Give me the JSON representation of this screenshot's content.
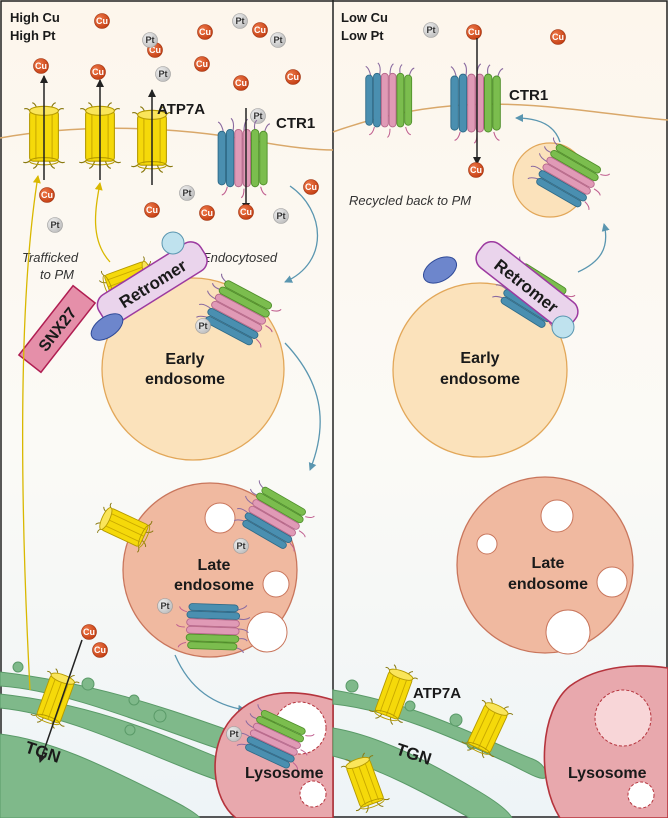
{
  "colors": {
    "bg_top": "#fdf6ec",
    "bg_bottom": "#f0f5f8",
    "membrane": "#d9a86a",
    "endosome_fill": "#fbe2bb",
    "endosome_stroke": "#e2a759",
    "late_fill": "#f0b9a0",
    "late_stroke": "#c9765c",
    "lysosome_fill": "#e8a8ad",
    "lysosome_stroke": "#b5343d",
    "tgn": "#7fb98a",
    "tgn_stroke": "#5a9a68",
    "atp7a": "#f5d90a",
    "atp7a_stroke": "#b59a00",
    "cu": "#d2491c",
    "pt": "#cfcfcf",
    "retromer_fill": "#ead4ec",
    "retromer_stroke": "#9c3aa0",
    "snx27_fill": "#e58fa9",
    "snx27_stroke": "#b01e52",
    "arrow": "#5a96b0",
    "ctr1_blue": "#4a8fb0",
    "ctr1_pink": "#e09ab6",
    "ctr1_green": "#7bbd4e"
  },
  "icons": {
    "cu_ion": "cu-ion-icon",
    "pt_ion": "pt-ion-icon",
    "atp7a": "atp7a-transporter-icon",
    "ctr1": "ctr1-transporter-icon"
  },
  "ions": {
    "cu": "Cu",
    "pt": "Pt"
  },
  "left_panel": {
    "condition_line1": "High Cu",
    "condition_line2": "High Pt",
    "atp7a_label": "ATP7A",
    "ctr1_label": "CTR1",
    "trafficked_line1": "Trafficked",
    "trafficked_line2": "to PM",
    "endocytosed_label": "Endocytosed",
    "retromer_label": "Retromer",
    "snx27_label": "SNX27",
    "early_line1": "Early",
    "early_line2": "endosome",
    "late_line1": "Late",
    "late_line2": "endosome",
    "tgn_label": "TGN",
    "lysosome_label": "Lysosome"
  },
  "right_panel": {
    "condition_line1": "Low Cu",
    "condition_line2": "Low Pt",
    "ctr1_label": "CTR1",
    "recycled_label": "Recycled back to PM",
    "retromer_label": "Retromer",
    "early_line1": "Early",
    "early_line2": "endosome",
    "late_line1": "Late",
    "late_line2": "endosome",
    "atp7a_label": "ATP7A",
    "tgn_label": "TGN",
    "lysosome_label": "Lysosome"
  }
}
